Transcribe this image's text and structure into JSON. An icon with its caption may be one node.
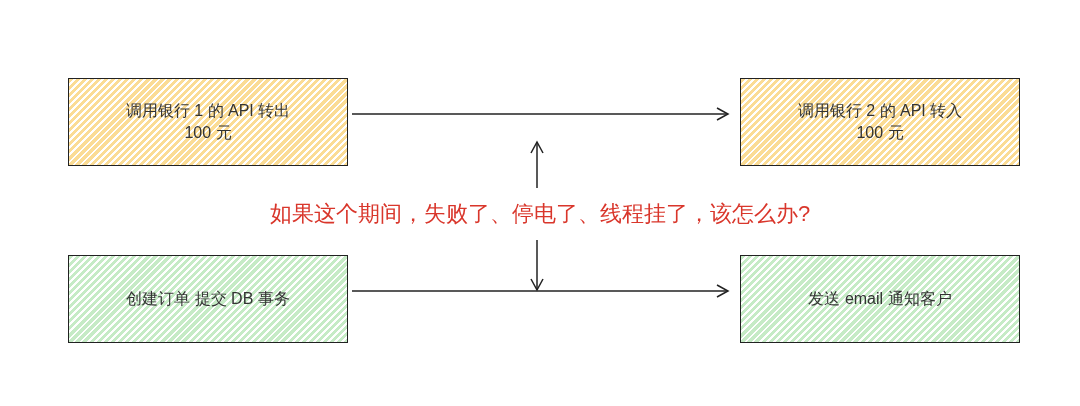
{
  "diagram": {
    "nodes": [
      {
        "text": [
          "调用银行 1 的 API 转出 100 元"
        ]
      },
      {
        "text": [
          "调用银行 2 的 API 转入 100 元"
        ]
      },
      {
        "text": [
          "如果这个期间，失败了、停电了、线程挂了，该怎么办?"
        ]
      },
      {
        "text": [
          "创建订单 提交 DB 事务"
        ]
      },
      {
        "text": [
          "发送 email 通知客户"
        ]
      }
    ],
    "edges": [
      {
        "from": 0,
        "to": 1,
        "arrow": "to"
      },
      {
        "from": 2,
        "to": null,
        "arrow": "to"
      },
      {
        "from": 2,
        "to": null,
        "arrow": "to"
      },
      {
        "from": 3,
        "to": 4,
        "arrow": "to"
      }
    ]
  }
}
